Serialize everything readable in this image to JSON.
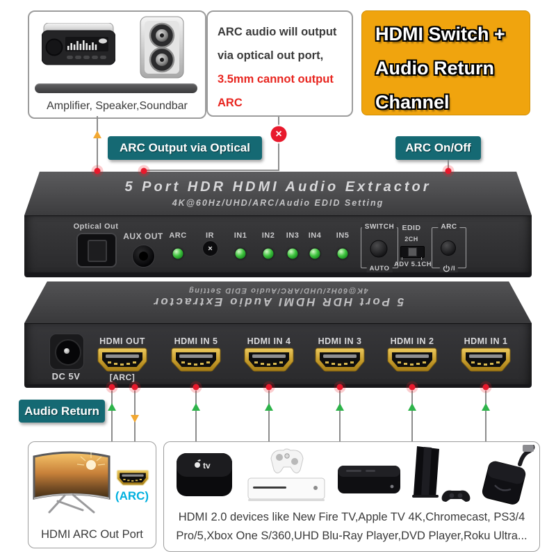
{
  "colors": {
    "teal_tag": "#156973",
    "orange_feature_box": "#F0A40E",
    "red_marker": "#E8192C",
    "green_arrow": "#2DB34A",
    "yellow_arrow": "#F2A832",
    "arc_cyan": "#00B0DF",
    "hdmi_gold": "#C99F2E",
    "panel_dark": "#2E2E30"
  },
  "icons": {
    "x_mark": "×",
    "ir_x": "×"
  },
  "top": {
    "speaker_box": {
      "caption": "Amplifier, Speaker,Soundbar"
    },
    "note_box": {
      "black_lines": [
        "ARC audio will output",
        "via optical out port,"
      ],
      "red_lines": [
        "3.5mm cannot output",
        "ARC"
      ]
    },
    "feature_box": {
      "lines": [
        "HDMI Switch +",
        "Audio Return",
        "Channel"
      ]
    }
  },
  "tags": {
    "arc_output_via_optical": "ARC Output via Optical",
    "arc_on_off": "ARC On/Off",
    "audio_return": "Audio Return"
  },
  "front_panel": {
    "title": "5 Port HDR HDMI Audio Extractor",
    "subtitle": "4K@60Hz/UHD/ARC/Audio EDID Setting",
    "optical_label": "Optical Out",
    "aux_label": "AUX OUT",
    "arc_led_label": "ARC",
    "ir_label": "IR",
    "input_labels": [
      "IN1",
      "IN2",
      "IN3",
      "IN4",
      "IN5"
    ],
    "switch_group": {
      "label": "SWITCH",
      "sub": "AUTO"
    },
    "edid_group": {
      "label": "EDID",
      "top": "2CH",
      "sub": "ADV 5.1CH"
    },
    "arc_group": {
      "label": "ARC",
      "sub": "/I"
    }
  },
  "back_panel": {
    "title": "5 Port HDR HDMI Audio Extractor",
    "subtitle": "4K@60Hz/UHD/ARC/Audio EDID Setting",
    "dc_label": "DC 5V",
    "hdmi_out": {
      "label": "HDMI OUT",
      "sub": "[ARC]"
    },
    "hdmi_inputs": [
      "HDMI IN 5",
      "HDMI IN 4",
      "HDMI IN 3",
      "HDMI IN 2",
      "HDMI IN 1"
    ]
  },
  "bottom": {
    "tv_box": {
      "arc_label": "(ARC)",
      "caption": "HDMI ARC Out Port"
    },
    "devices_box": {
      "apple_tv_logo": "tv",
      "caption_lines": [
        "HDMI 2.0 devices like New Fire TV,Apple TV 4K,Chromecast, PS3/4",
        "Pro/5,Xbox One S/360,UHD Blu-Ray Player,DVD Player,Roku Ultra..."
      ]
    }
  }
}
